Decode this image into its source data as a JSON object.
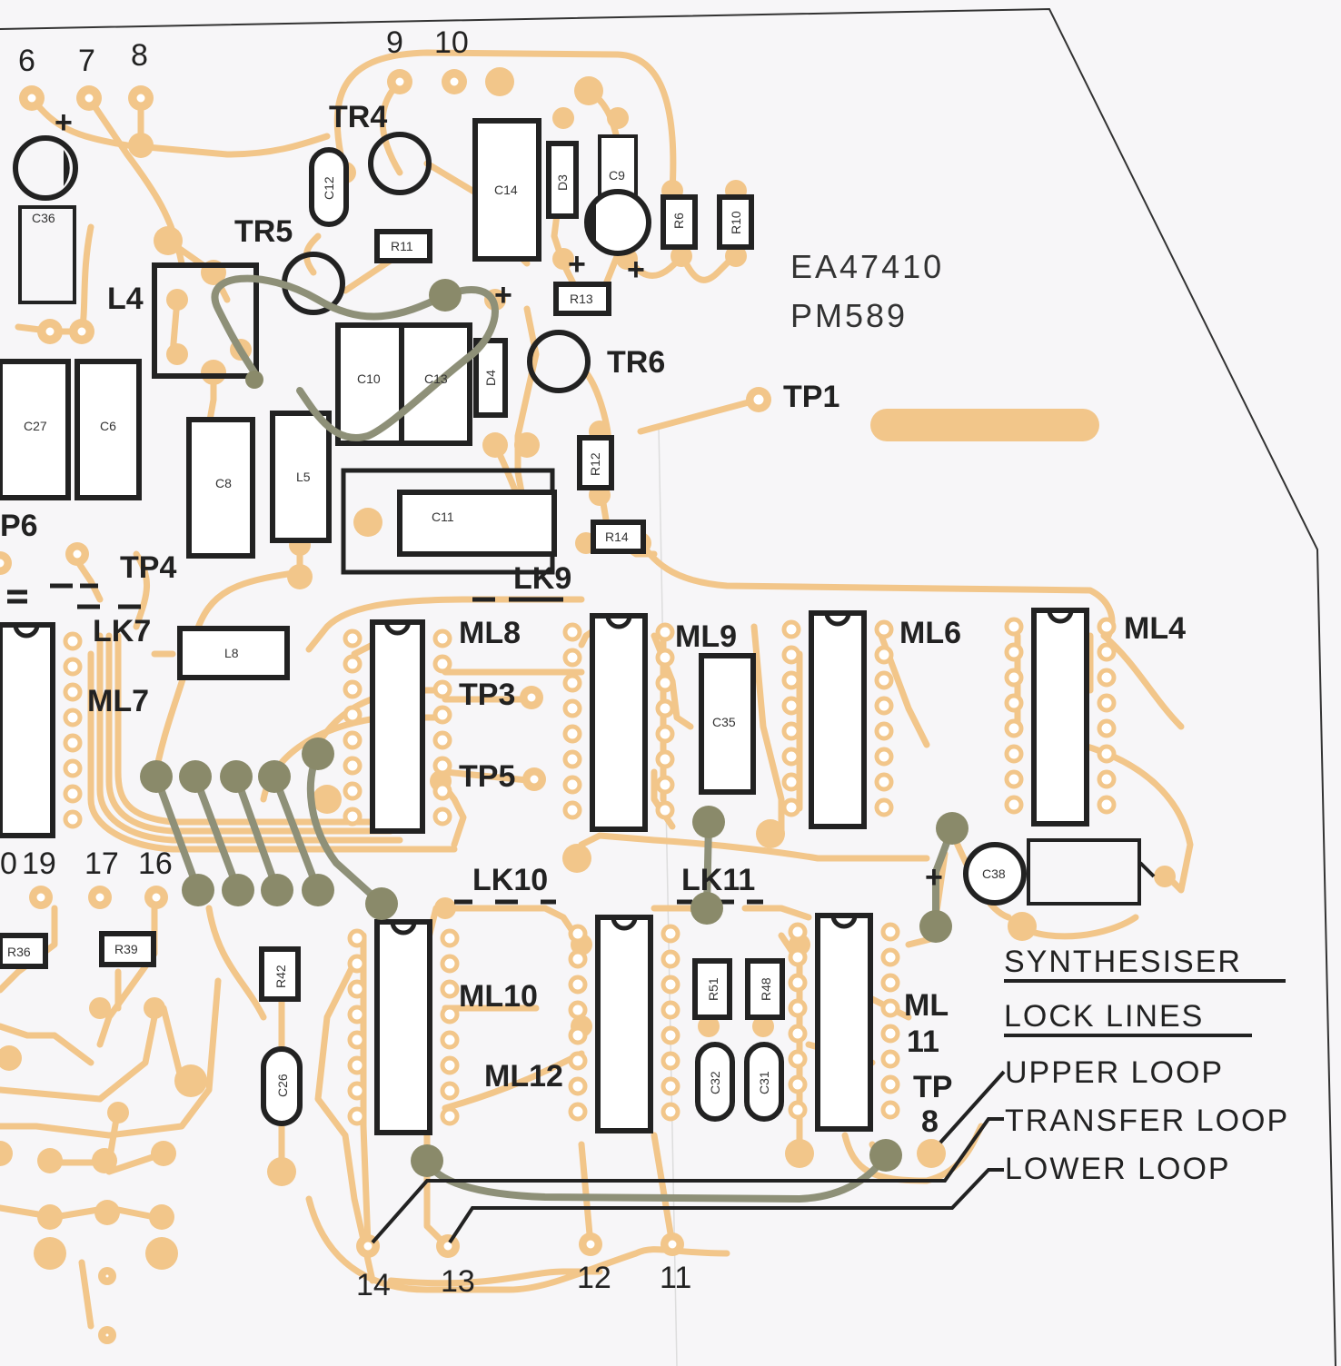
{
  "board": {
    "code": "EA47410",
    "part": "PM589"
  },
  "pins_top": [
    "6",
    "7",
    "8",
    "9",
    "10"
  ],
  "pins_bottom": [
    "14",
    "13",
    "12",
    "11"
  ],
  "pins_left": [
    "19",
    "17",
    "16"
  ],
  "partial_left": [
    "0",
    "P6"
  ],
  "transistors": [
    "TR4",
    "TR5",
    "TR6"
  ],
  "inductors": [
    "L4",
    "L5",
    "L8"
  ],
  "test_points": [
    "TP1",
    "TP3",
    "TP4",
    "TP5"
  ],
  "tp8": [
    "TP",
    "8"
  ],
  "links": [
    "LK7",
    "LK9",
    "LK10",
    "LK11"
  ],
  "ics": [
    "ML4",
    "ML6",
    "ML7",
    "ML8",
    "ML9",
    "ML10",
    "ML12"
  ],
  "ml11": [
    "ML",
    "11"
  ],
  "capacitors": [
    "C36",
    "C12",
    "C14",
    "C9",
    "C27",
    "C6",
    "C10",
    "C13",
    "C8",
    "C11",
    "C35",
    "C38",
    "C26",
    "C32",
    "C31"
  ],
  "diodes": [
    "D3",
    "D4"
  ],
  "resistors": [
    "R11",
    "R6",
    "R10",
    "R13",
    "R12",
    "R14",
    "R36",
    "R39",
    "R42",
    "R51",
    "R48"
  ],
  "plus": "+",
  "legend": {
    "title_line1": "SYNTHESISER",
    "title_line2": "LOCK LINES",
    "upper": "UPPER LOOP",
    "transfer": "TRANSFER LOOP",
    "lower": "LOWER LOOP"
  },
  "colors": {
    "track": "#f2c68a",
    "component": "#222222",
    "jumper": "#8e9078"
  }
}
